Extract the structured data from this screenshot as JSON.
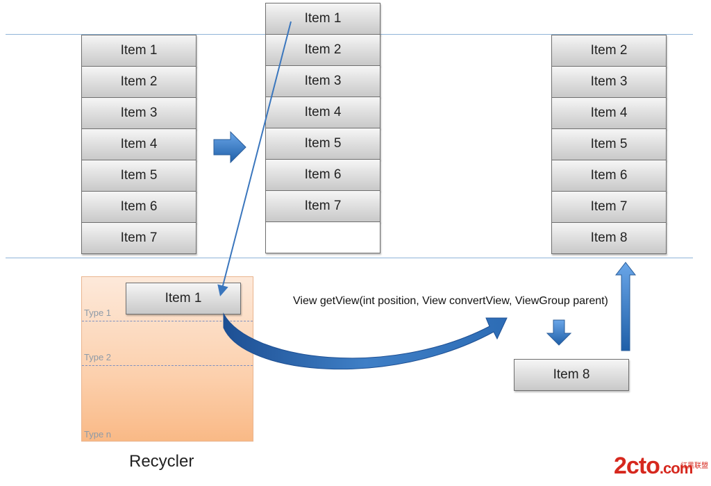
{
  "column_left": {
    "items": [
      "Item 1",
      "Item 2",
      "Item 3",
      "Item 4",
      "Item 5",
      "Item 6",
      "Item 7"
    ]
  },
  "column_middle": {
    "items": [
      "Item 1",
      "Item 2",
      "Item 3",
      "Item 4",
      "Item 5",
      "Item 6",
      "Item 7"
    ]
  },
  "column_right": {
    "items": [
      "Item 2",
      "Item 3",
      "Item 4",
      "Item 5",
      "Item 6",
      "Item 7",
      "Item 8"
    ]
  },
  "recycler": {
    "label": "Recycler",
    "recycled_item": "Item 1",
    "types": [
      "Type 1",
      "Type 2",
      "Type n"
    ]
  },
  "new_item": "Item 8",
  "method_signature": "View getView(int position, View convertView, ViewGroup parent)",
  "watermark": {
    "logo": "2cto",
    "suffix": ".com",
    "cn": "红黑联盟"
  },
  "colors": {
    "arrow_blue": "#2e6fb5",
    "recycler_orange": "#fcd0ad",
    "guide_line": "#8fb4d8"
  }
}
